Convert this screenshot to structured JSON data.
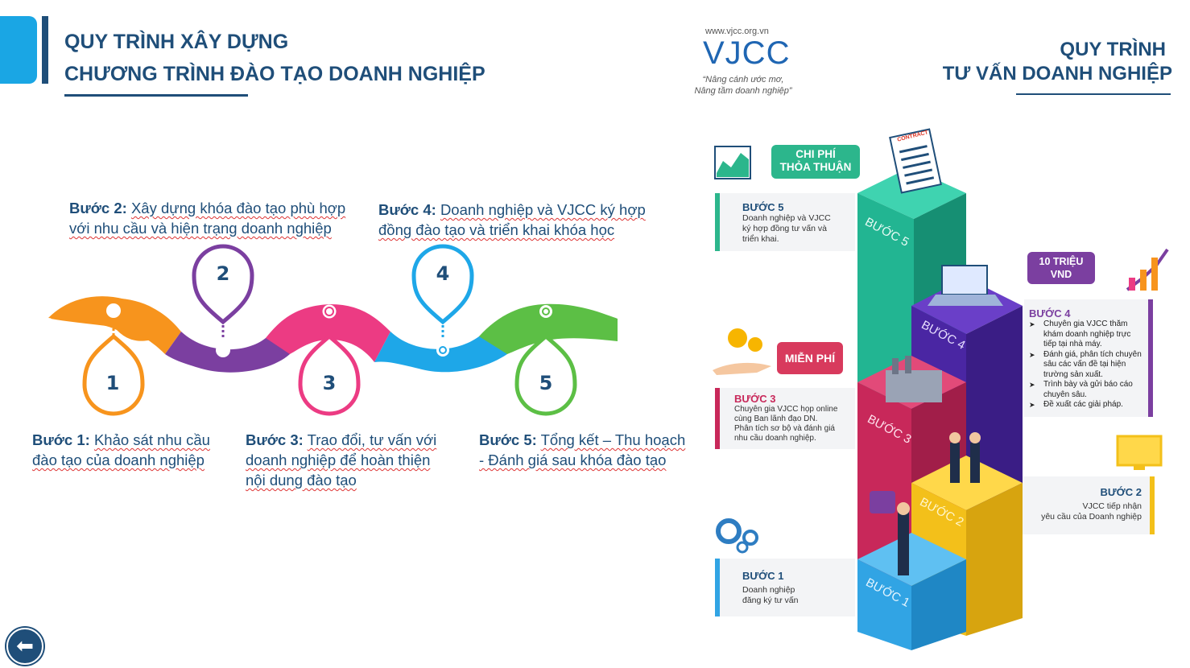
{
  "header": {
    "title_line1": "QUY TRÌNH XÂY DỰNG",
    "title_line2": "CHƯƠNG TRÌNH ĐÀO TẠO DOANH NGHIỆP"
  },
  "steps": [
    {
      "num": "1",
      "label": "Bước 1:",
      "text_l1": "Khảo sát nhu cầu",
      "text_l2": "đào tạo của doanh nghiệp",
      "text_l3": "",
      "color": "#f7941d"
    },
    {
      "num": "2",
      "label": "Bước 2:",
      "text_l1": "Xây dựng khóa đào tạo phù hợp",
      "text_l2": "với nhu cầu và hiện trạng doanh nghiệp",
      "text_l3": "",
      "color": "#7b3fa0"
    },
    {
      "num": "3",
      "label": "Bước 3:",
      "text_l1": "Trao đổi, tư vấn với",
      "text_l2": "doanh nghiệp để hoàn thiện",
      "text_l3": "nội dung đào tạo",
      "color": "#ec3b83"
    },
    {
      "num": "4",
      "label": "Bước 4:",
      "text_l1": "Doanh nghiệp và VJCC ký hợp",
      "text_l2": "đồng đào tạo và triển khai khóa học",
      "text_l3": "",
      "color": "#1ea7e8"
    },
    {
      "num": "5",
      "label": "Bước 5:",
      "text_l1": "Tổng kết – Thu hoạch",
      "text_l2": "- Đánh giá sau khóa đào tạo",
      "text_l3": "",
      "color": "#5cbf45"
    }
  ],
  "logo": {
    "url": "www.vjcc.org.vn",
    "name": "VJCC",
    "tagline_l1": "“Nâng cánh ước mơ,",
    "tagline_l2": "Nâng tầm doanh nghiệp”"
  },
  "right_header": {
    "line1": "QUY TRÌNH",
    "line2": "TƯ VẤN DOANH NGHIỆP"
  },
  "infographic": {
    "chi_phi_l1": "CHI PHÍ",
    "chi_phi_l2": "THỎA THUẬN",
    "contract": "CONTRACT",
    "mien_phi": "MIỄN PHÍ",
    "price_l1": "10 TRIỆU",
    "price_l2": "VND",
    "pillar_labels": [
      "BƯỚC 1",
      "BƯỚC 2",
      "BƯỚC 3",
      "BƯỚC 4",
      "BƯỚC 5"
    ],
    "card5": {
      "title": "BƯỚC 5",
      "l1": "Doanh nghiệp và VJCC",
      "l2": "ký hợp đồng tư vấn và",
      "l3": "triển khai."
    },
    "card4": {
      "title": "BƯỚC 4",
      "bullets": [
        "Chuyên gia VJCC thăm khám doanh nghiệp trực tiếp tại nhà máy.",
        "Đánh giá, phân tích chuyên sâu các vấn đề tại hiện trường sản xuất.",
        "Trình bày và gửi báo cáo chuyên sâu.",
        "Đề xuất các giải pháp."
      ]
    },
    "card3": {
      "title": "BƯỚC 3",
      "l1": "Chuyên gia VJCC họp online",
      "l2": "cùng Ban lãnh đạo DN.",
      "l3": "Phân tích sơ bộ và đánh giá",
      "l4": "nhu cầu doanh nghiệp."
    },
    "card2": {
      "title": "BƯỚC 2",
      "l1": "VJCC tiếp nhận",
      "l2": "yêu cầu của Doanh nghiệp"
    },
    "card1": {
      "title": "BƯỚC 1",
      "l1": "Doanh nghiệp",
      "l2": "đăng ký tư vấn"
    }
  },
  "nav": {
    "back_icon": "⬅"
  }
}
